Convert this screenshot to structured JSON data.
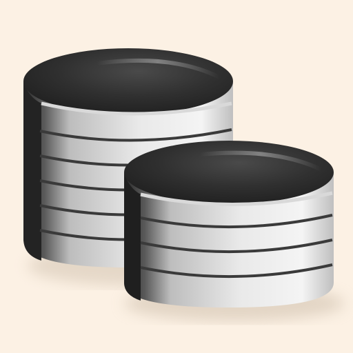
{
  "icon": {
    "name": "database-stacks-icon",
    "background": "#fcf1e4",
    "stacks": [
      {
        "name": "back-stack",
        "ring_count": 6
      },
      {
        "name": "front-stack",
        "ring_count": 4
      }
    ],
    "colors": {
      "top_dark": "#2b2b2b",
      "top_highlight": "#8a8a8a",
      "ring_light": "#f2f2f2",
      "ring_mid": "#cfcfcf",
      "ring_dark": "#4a4a4a",
      "groove": "#2e2e2e",
      "shadow": "#c9b9a6"
    }
  }
}
